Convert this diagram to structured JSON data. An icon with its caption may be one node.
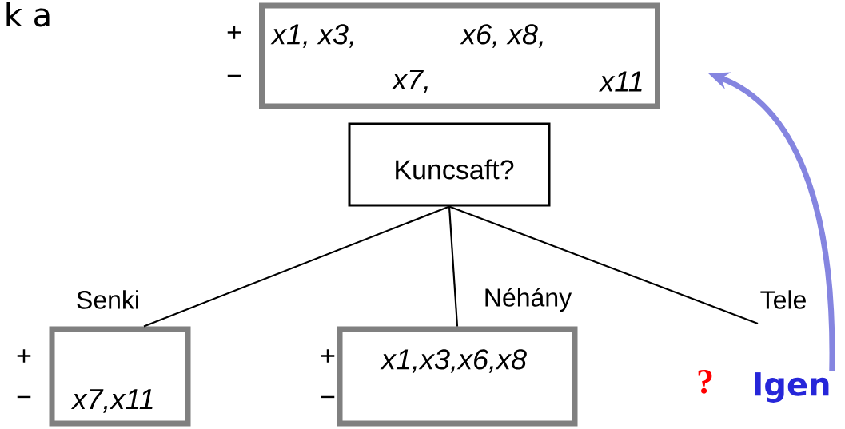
{
  "diagram": {
    "nodes": [
      {
        "text": [
          "x1, x3,",
          "x6, x8,",
          "x7,",
          "x11"
        ]
      },
      {
        "text": [
          "Kuncsaft?"
        ]
      },
      {
        "text": [
          "x7,x11"
        ]
      },
      {
        "text": [
          "x1,x3,x6,x8"
        ]
      },
      {
        "text": [
          "Igen"
        ]
      }
    ],
    "edges": [
      {
        "from": 1,
        "to": 2,
        "arrow": "none",
        "label": "Senki"
      },
      {
        "from": 1,
        "to": 3,
        "arrow": "none",
        "label": "Néhány"
      },
      {
        "from": 1,
        "to": null,
        "arrow": "none",
        "label": "Tele"
      },
      {
        "from": 4,
        "to": 0,
        "arrow": "to",
        "style": "thick",
        "color": "#8585e0"
      }
    ],
    "labels": [
      "k a",
      "+",
      "−",
      "+",
      "−",
      "+",
      "−",
      "?"
    ]
  }
}
